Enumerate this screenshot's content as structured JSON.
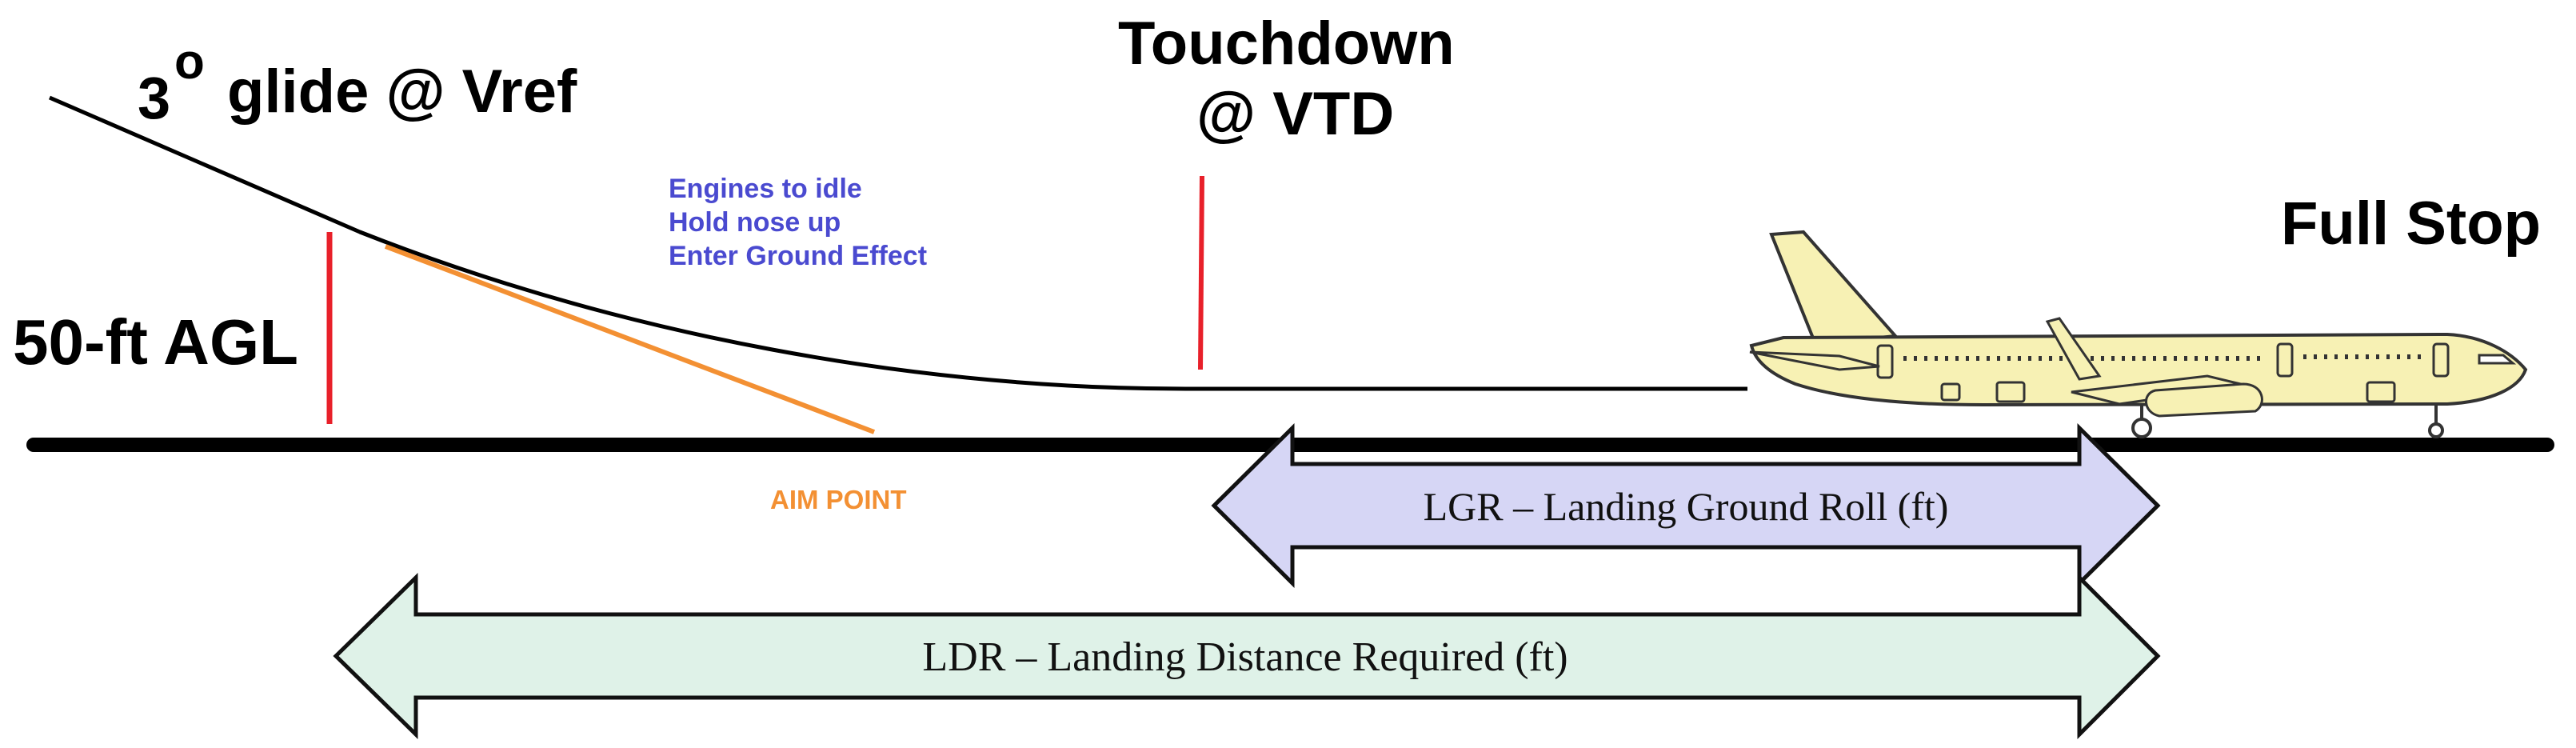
{
  "labels": {
    "glide_number": "3",
    "glide_degree": "o",
    "glide_text": "glide @ Vref",
    "height": "50-ft AGL",
    "touchdown_line1": "Touchdown",
    "touchdown_line2": "@ VTD",
    "full_stop": "Full Stop",
    "flare_notes": [
      "Engines to idle",
      "Hold nose up",
      "Enter Ground Effect"
    ],
    "aim_point": "AIM POINT",
    "lgr": "LGR – Landing Ground Roll (ft)",
    "ldr": "LDR – Landing Distance Required (ft)"
  },
  "colors": {
    "ground": "#000000",
    "flight_path": "#000000",
    "marker": "#e8202a",
    "aim_line": "#f39033",
    "aim_text": "#f39033",
    "notes_text": "#4a4ad0",
    "lgr_fill": "#d6d6f5",
    "ldr_fill": "#dff2e8",
    "arrow_stroke": "#111111",
    "aircraft_fill": "#f7f1b4",
    "aircraft_stroke": "#333333"
  }
}
